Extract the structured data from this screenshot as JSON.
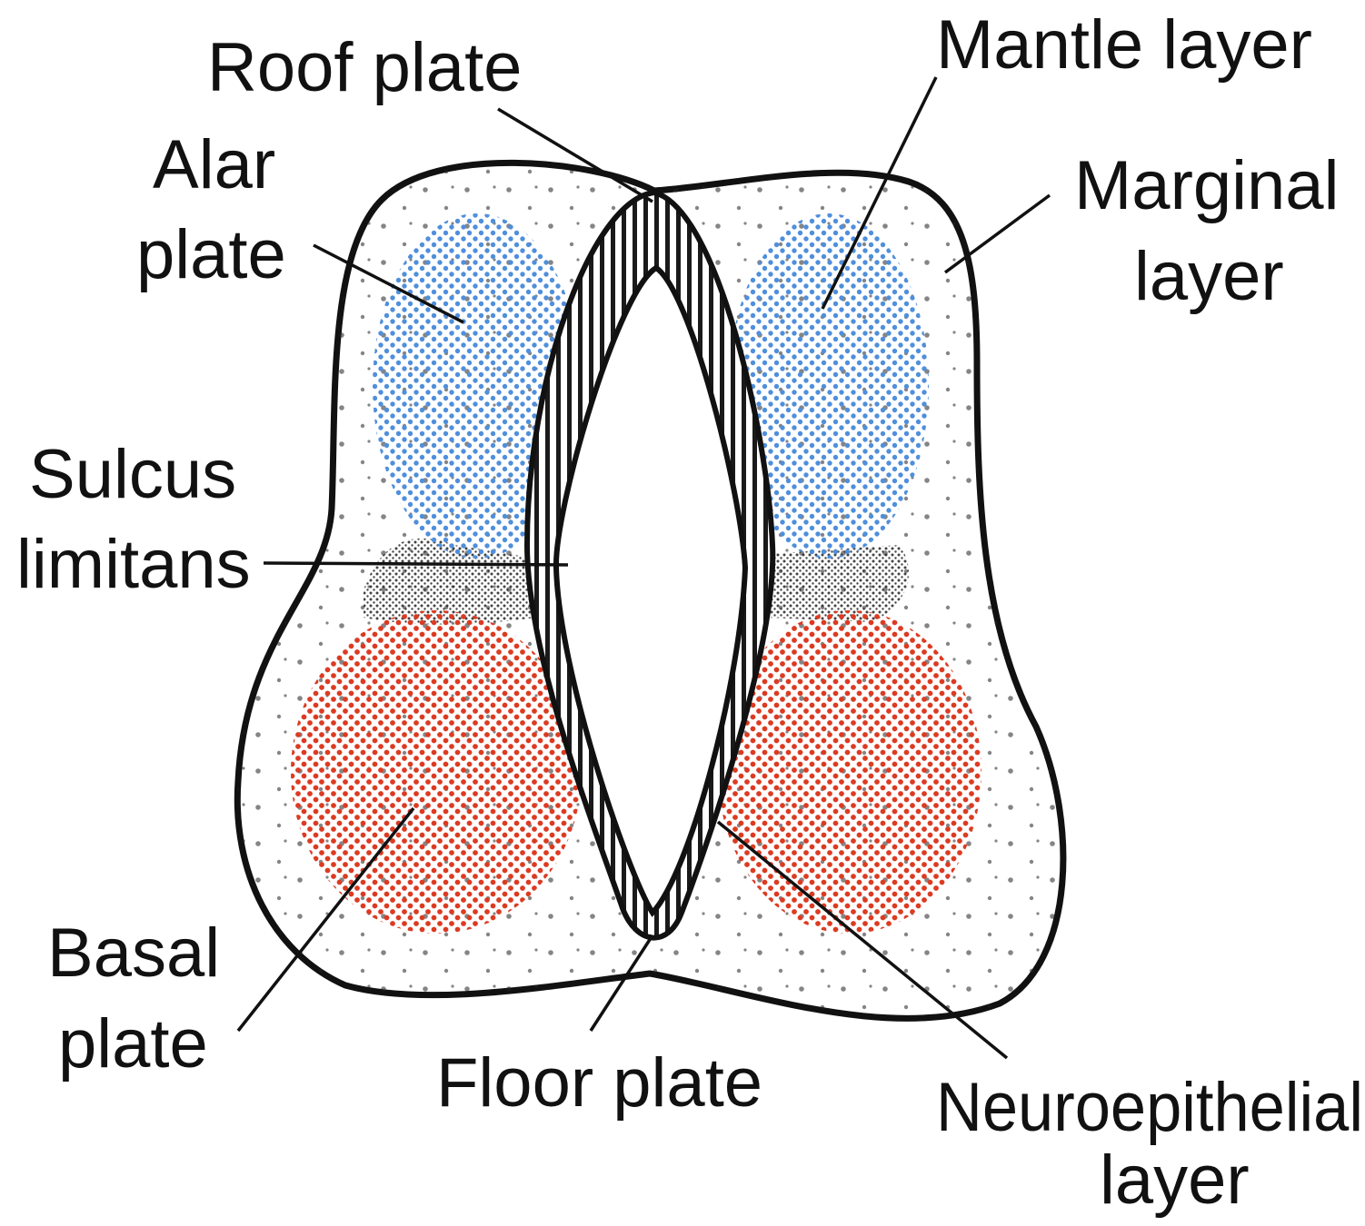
{
  "labels": {
    "roof_plate": "Roof plate",
    "mantle_layer": "Mantle layer",
    "alar_plate": [
      "Alar",
      "plate"
    ],
    "marginal_layer": [
      "Marginal",
      "layer"
    ],
    "sulcus_limitans": [
      "Sulcus",
      "limitans"
    ],
    "basal_plate": [
      "Basal",
      "plate"
    ],
    "floor_plate": "Floor plate",
    "neuroepithelial_layer": [
      "Neuroepithelial",
      "layer"
    ]
  },
  "colors": {
    "outline": "#111111",
    "alar": "#4f8fdc",
    "basal": "#dc3b22",
    "stipple": "#222222",
    "background": "#ffffff"
  }
}
